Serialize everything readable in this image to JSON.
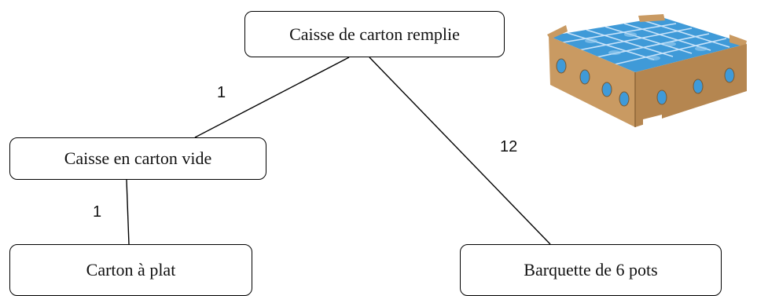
{
  "diagram": {
    "nodes": {
      "root": "Caisse de carton remplie",
      "empty_box": "Caisse en carton vide",
      "flat_carton": "Carton à plat",
      "tray": "Barquette de 6 pots"
    },
    "edges": [
      {
        "from": "root",
        "to": "empty_box",
        "quantity": "1"
      },
      {
        "from": "root",
        "to": "tray",
        "quantity": "12"
      },
      {
        "from": "empty_box",
        "to": "flat_carton",
        "quantity": "1"
      }
    ]
  },
  "photo": {
    "subject": "cardboard-tray-of-yogurt-pots",
    "colors": {
      "cardboard": "#c99a62",
      "packs": "#3f9ad8"
    }
  }
}
